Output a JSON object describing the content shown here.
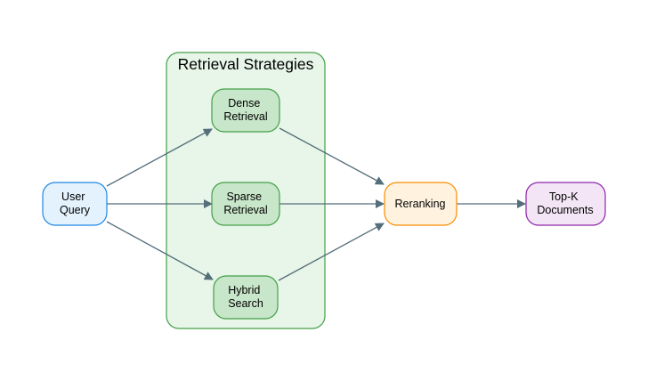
{
  "cluster": {
    "title": "Retrieval Strategies",
    "fill": "#e8f5e9",
    "stroke": "#43a047"
  },
  "nodes": {
    "user_query": {
      "line1": "User",
      "line2": "Query",
      "fill": "#e3f2fd",
      "stroke": "#1e88e5"
    },
    "dense": {
      "line1": "Dense",
      "line2": "Retrieval",
      "fill": "#c8e6c9",
      "stroke": "#43a047"
    },
    "sparse": {
      "line1": "Sparse",
      "line2": "Retrieval",
      "fill": "#c8e6c9",
      "stroke": "#43a047"
    },
    "hybrid": {
      "line1": "Hybrid",
      "line2": "Search",
      "fill": "#c8e6c9",
      "stroke": "#43a047"
    },
    "reranking": {
      "line1": "Reranking",
      "fill": "#fff3e0",
      "stroke": "#fb8c00"
    },
    "topk": {
      "line1": "Top-K",
      "line2": "Documents",
      "fill": "#f3e5f5",
      "stroke": "#8e24aa"
    }
  },
  "edge_color": "#546e7a"
}
